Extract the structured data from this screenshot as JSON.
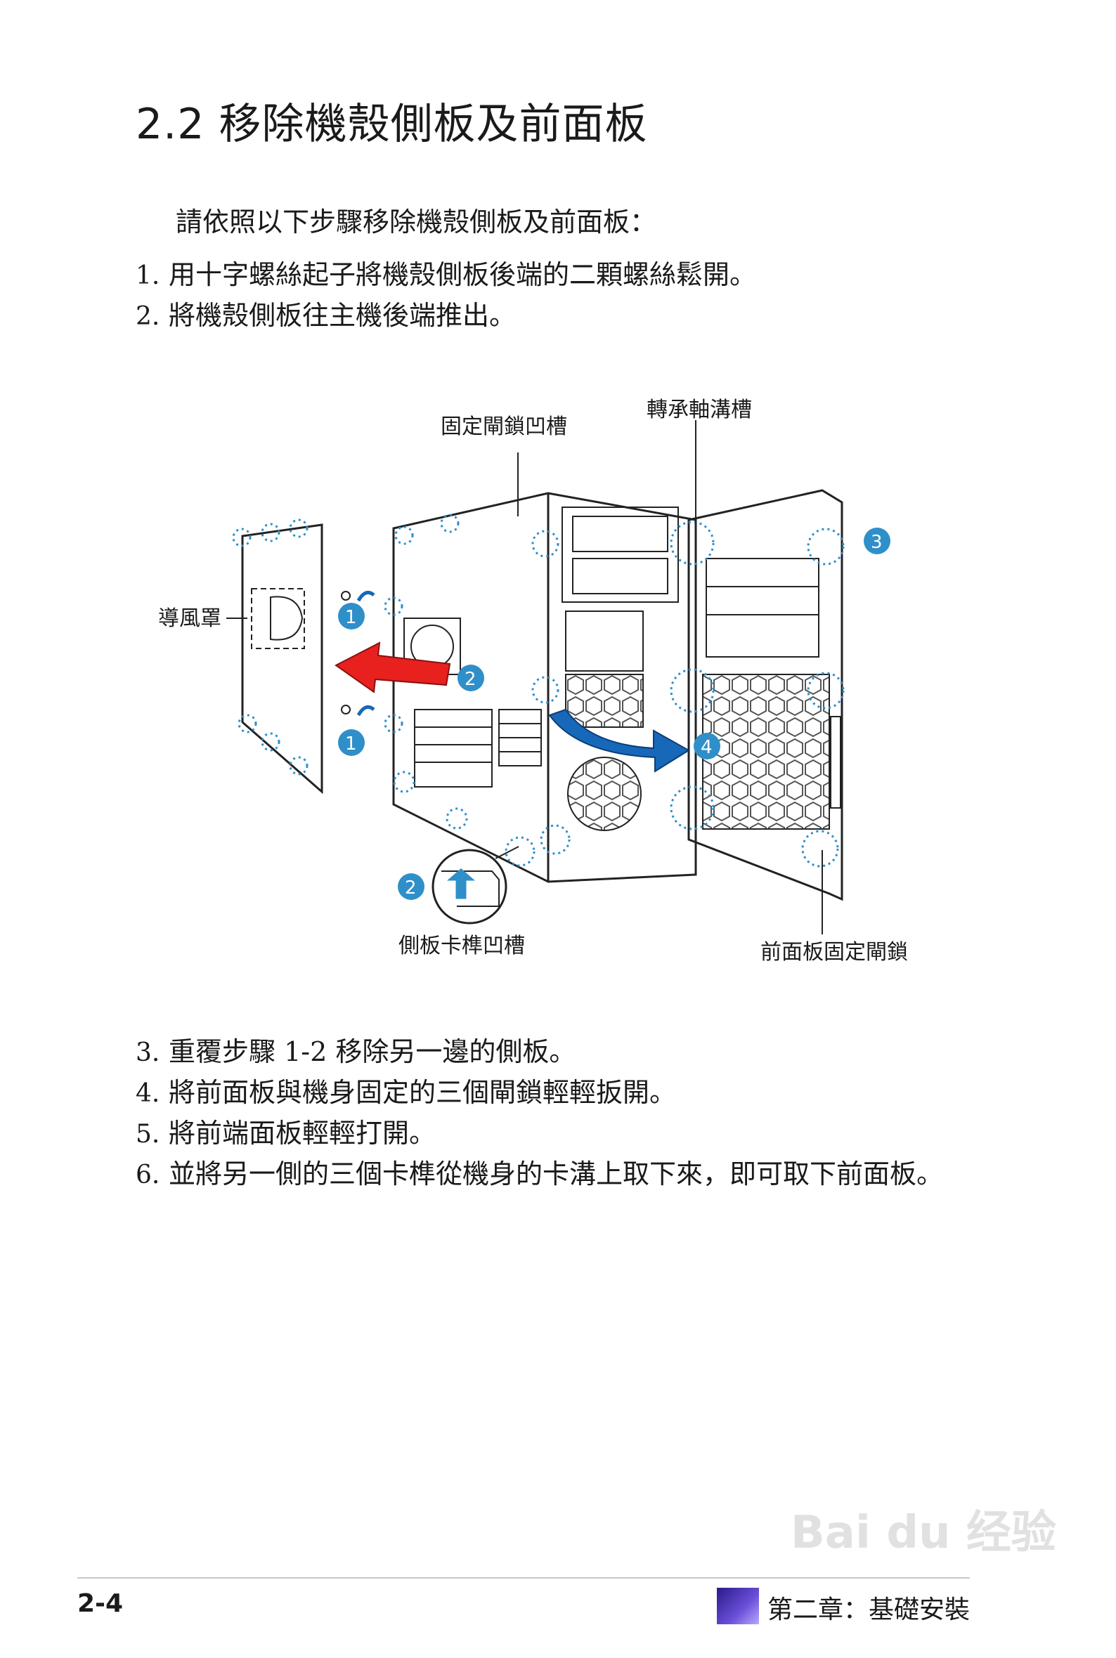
{
  "heading": "2.2 移除機殼側板及前面板",
  "intro": "請依照以下步驟移除機殼側板及前面板：",
  "steps_part1": [
    {
      "num": "1.",
      "text": "用十字螺絲起子將機殼側板後端的二顆螺絲鬆開。"
    },
    {
      "num": "2.",
      "text": "將機殼側板往主機後端推出。"
    }
  ],
  "figure": {
    "callouts": {
      "latch_groove": "固定閘鎖凹槽",
      "hinge_groove": "轉承軸溝槽",
      "air_duct": "導風罩",
      "side_tab_groove": "側板卡榫凹槽",
      "front_latch": "前面板固定閘鎖"
    },
    "badges": {
      "screw_top": "1",
      "push_arrow": "2",
      "screw_bottom": "1",
      "front_panel": "3",
      "swing_arrow": "4",
      "detail": "2"
    },
    "colors": {
      "badge": "#2f8fc9",
      "red_arrow": "#e8211e",
      "blue_arrow": "#1768b8",
      "dotted": "#2f8fc9"
    }
  },
  "steps_part2": [
    {
      "num": "3.",
      "text": "重覆步驟 1-2 移除另一邊的側板。"
    },
    {
      "num": "4.",
      "text": "將前面板與機身固定的三個閘鎖輕輕扳開。"
    },
    {
      "num": "5.",
      "text": "將前端面板輕輕打開。"
    },
    {
      "num": "6.",
      "text": "並將另一側的三個卡榫從機身的卡溝上取下來，即可取下前面板。"
    }
  ],
  "footer": {
    "page_number": "2-4",
    "chapter": "第二章：基礎安裝"
  },
  "watermark": "Bai du 经验"
}
